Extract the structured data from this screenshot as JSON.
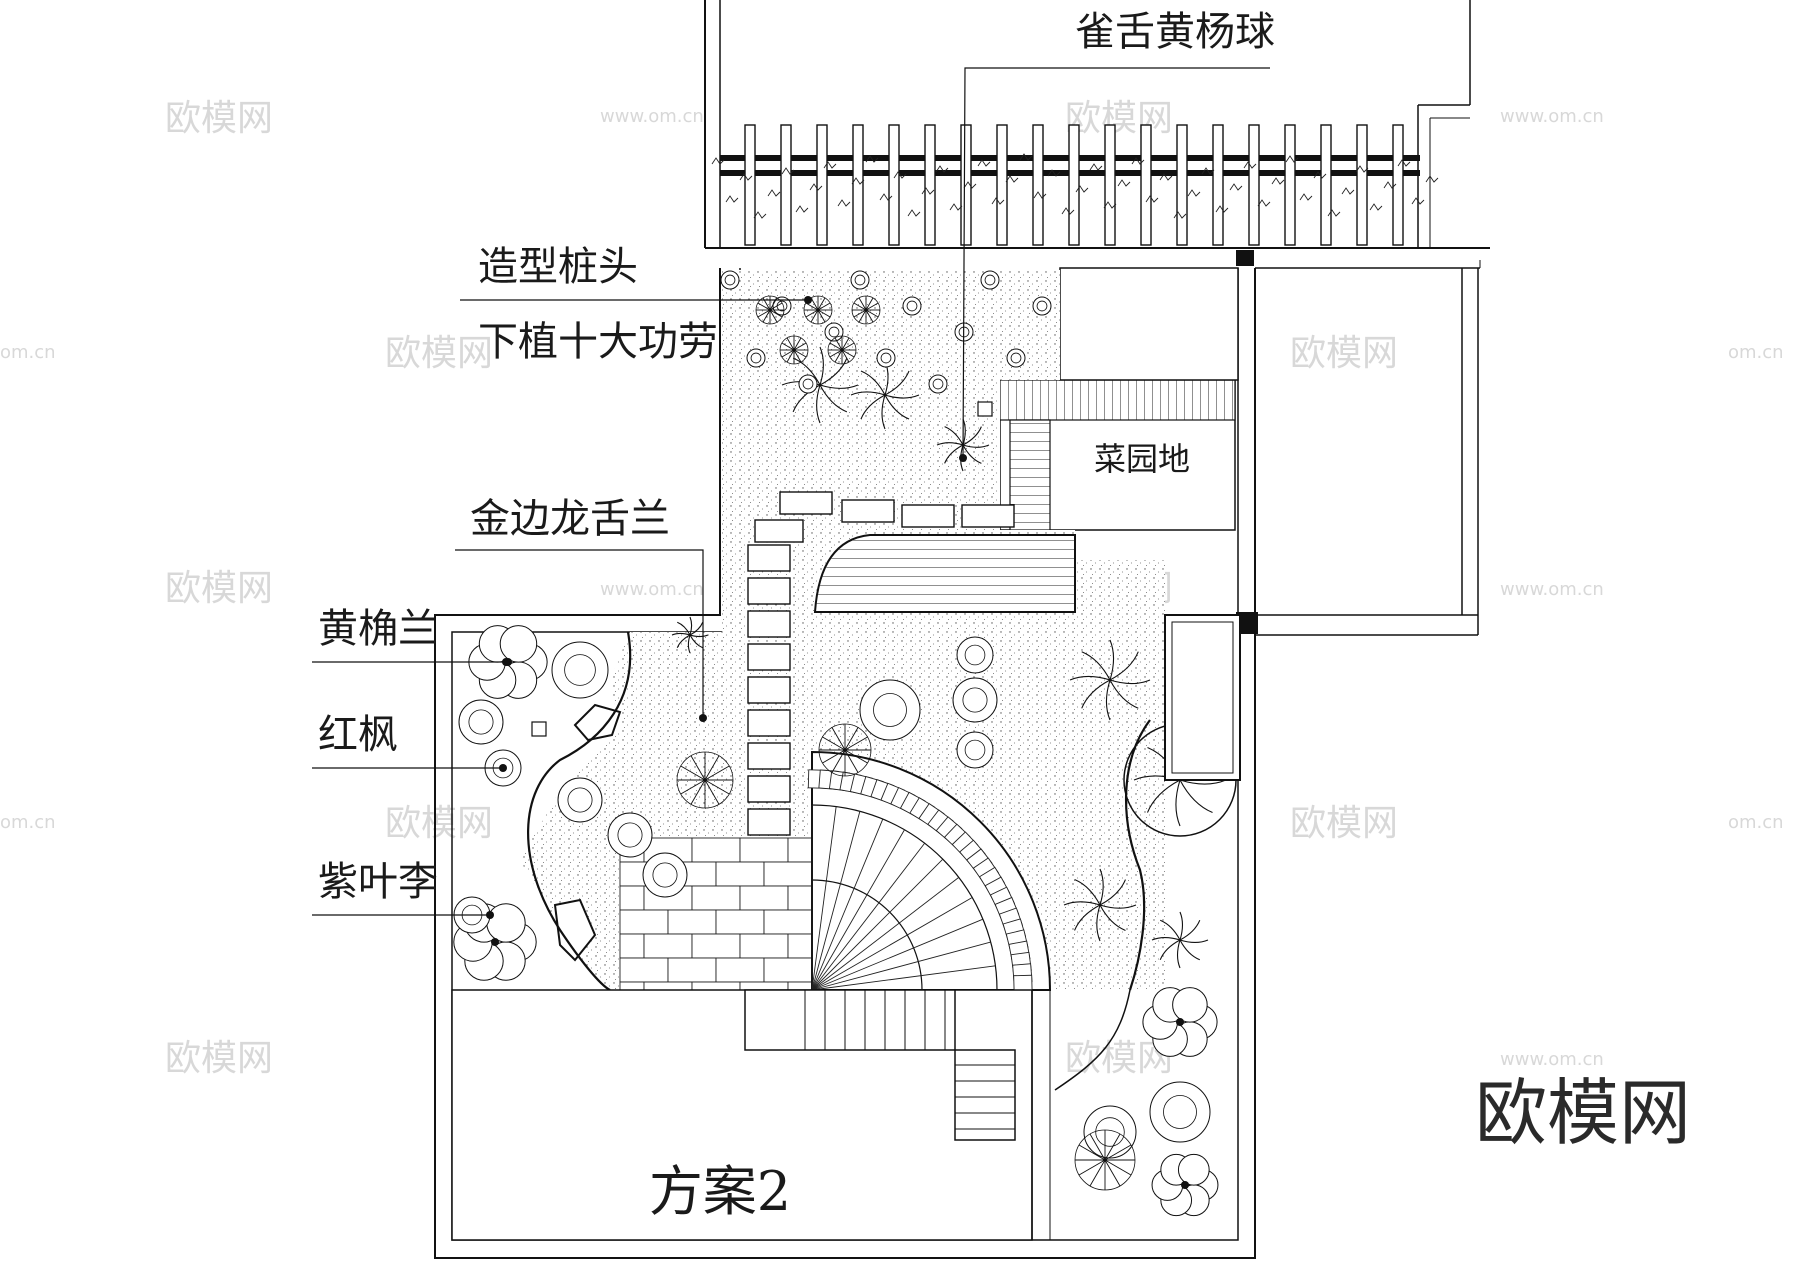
{
  "plant_labels": [
    {
      "id": "quezhe",
      "text": "雀舌黄杨球"
    },
    {
      "id": "zhuangtou",
      "text": "造型桩头"
    },
    {
      "id": "shidagonglao",
      "text": "下植十大功劳"
    },
    {
      "id": "longshelan",
      "text": "金边龙舌兰"
    },
    {
      "id": "huangchanlan",
      "text": "黄桷兰"
    },
    {
      "id": "hongfeng",
      "text": "红枫"
    },
    {
      "id": "ziyeli",
      "text": "紫叶李"
    }
  ],
  "area_label": "菜园地",
  "plan_title": "方案2",
  "watermark_cn": "欧模网",
  "watermark_url": "www.om.cn",
  "watermark_url_short": "om.cn",
  "brand_logo": "欧模网"
}
